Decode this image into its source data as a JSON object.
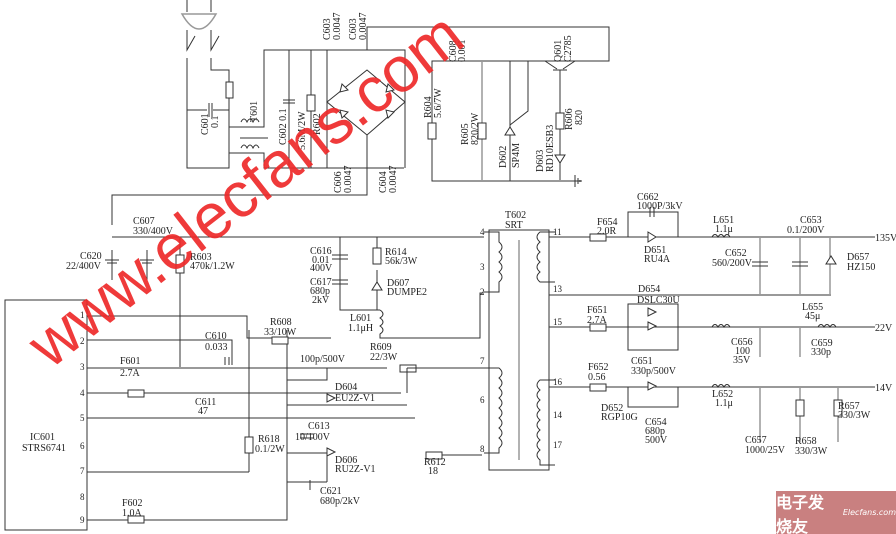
{
  "watermark": "www.elecfans.com",
  "logo": {
    "cn": "电子发烧友",
    "en": "Elecfans.com"
  },
  "ic": {
    "ref": "IC601",
    "part": "STRS6741",
    "pins": [
      "1",
      "2",
      "3",
      "4",
      "5",
      "6",
      "7",
      "8",
      "9"
    ]
  },
  "transformer": {
    "ref": "T602",
    "part": "SRT",
    "primary_pins": [
      "4",
      "3",
      "2",
      "7",
      "6",
      "8"
    ],
    "secondary_pins": [
      "11",
      "13",
      "15",
      "16",
      "14",
      "17"
    ]
  },
  "outputs": {
    "v135": "135V",
    "v22": "22V",
    "v14": "14V"
  },
  "c": {
    "C601": [
      "C601",
      "0.1"
    ],
    "T601": [
      "T601"
    ],
    "C602": [
      "C602  0.1"
    ],
    "R602": [
      "5.6M/2W",
      "R602"
    ],
    "C603a": [
      "C603",
      "0.0047"
    ],
    "C603b": [
      "C603",
      "0.0047"
    ],
    "C606": [
      "C606",
      "0.0047"
    ],
    "C604": [
      "C604",
      "0.0047"
    ],
    "R604": [
      "R604",
      "5.6/7W"
    ],
    "C608": [
      "C608",
      "0.001"
    ],
    "R605": [
      "R605",
      "820/2W"
    ],
    "D602": [
      "D602",
      "SP4M"
    ],
    "D603": [
      "D603",
      "RD10ESB3"
    ],
    "Q601": [
      "Q601",
      "C2785"
    ],
    "R606": [
      "R606",
      "820"
    ],
    "C607": [
      "C607",
      "330/400V"
    ],
    "C620": [
      "C620",
      "22/400V"
    ],
    "R603": [
      "R603",
      "470k/1.2W"
    ],
    "C616": [
      "C616",
      "0.01",
      "400V"
    ],
    "R614": [
      "R614",
      "56k/3W"
    ],
    "C617": [
      "C617",
      "680p",
      "2kV"
    ],
    "D607": [
      "D607",
      "DUMPE2"
    ],
    "L601": [
      "L601",
      "1.1μH"
    ],
    "F654": [
      "F654",
      "2.0R"
    ],
    "C662": [
      "C662",
      "1000P/3kV"
    ],
    "D651": [
      "D651",
      "RU4A"
    ],
    "L651": [
      "L651",
      "1.1μ"
    ],
    "C653": [
      "C653",
      "0.1/200V"
    ],
    "C652": [
      "C652",
      "560/200V"
    ],
    "D657": [
      "D657",
      "HZ150"
    ],
    "D654": [
      "D654",
      "DSLC30U"
    ],
    "F651": [
      "F651",
      "2.7A"
    ],
    "L655": [
      "L655",
      "45μ"
    ],
    "C656": [
      "C656",
      "100",
      "35V"
    ],
    "C659": [
      "C659",
      "330p"
    ],
    "C651": [
      "C651",
      "330p/500V"
    ],
    "F652": [
      "F652",
      "0.56"
    ],
    "L652": [
      "L652",
      "1.1μ"
    ],
    "D652": [
      "D652",
      "RGP10G"
    ],
    "C654": [
      "C654",
      "680p",
      "500V"
    ],
    "R657": [
      "R657",
      "330/3W"
    ],
    "C657": [
      "C657",
      "1000/25V"
    ],
    "R658": [
      "R658",
      "330/3W"
    ],
    "C610": [
      "C610",
      "0.033"
    ],
    "R608": [
      "R608",
      "33/10W"
    ],
    "F601": [
      "F601",
      "2.7A"
    ],
    "C_100p": [
      "100p/500V"
    ],
    "R609": [
      "R609",
      "22/3W"
    ],
    "D604": [
      "D604",
      "EU2Z-V1"
    ],
    "C611": [
      "C611",
      "47"
    ],
    "C613": [
      "C613",
      "10/100V"
    ],
    "R618": [
      "R618",
      "0.1/2W"
    ],
    "D606": [
      "D606",
      "RU2Z-V1"
    ],
    "R612": [
      "R612",
      "18"
    ],
    "C621": [
      "C621",
      "680p/2kV"
    ],
    "F602": [
      "F602",
      "1.0A"
    ]
  }
}
